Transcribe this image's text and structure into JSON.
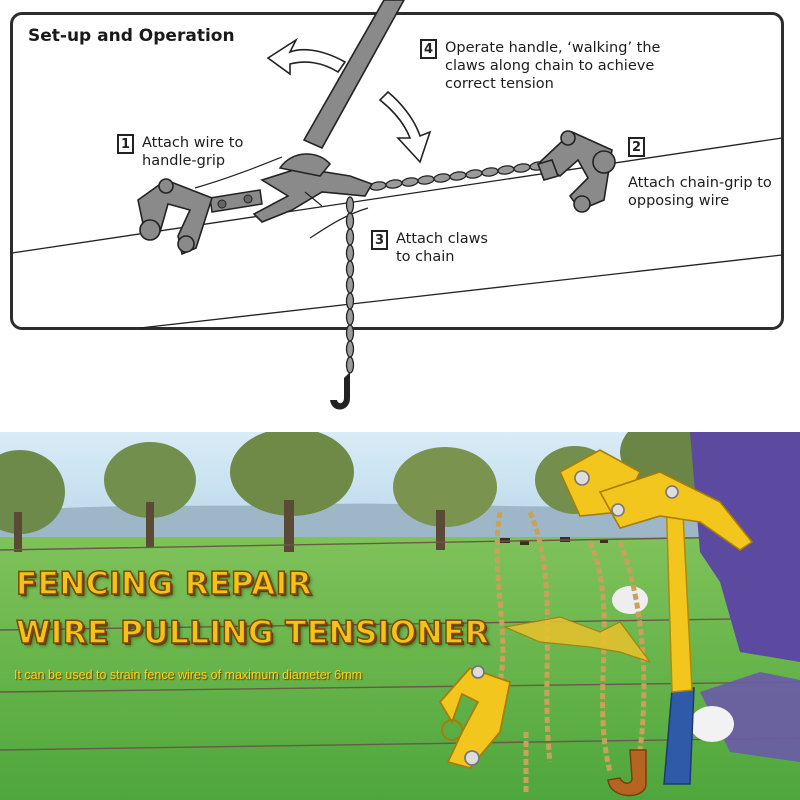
{
  "diagram": {
    "title": "Set-up and Operation",
    "steps": [
      {
        "number": "1",
        "text": "Attach wire to\nhandle-grip"
      },
      {
        "number": "2",
        "text": "Attach chain-grip to\nopposing wire"
      },
      {
        "number": "3",
        "text": "Attach claws\nto chain"
      },
      {
        "number": "4",
        "text": "Operate handle, ‘walking’ the\nclaws along chain to achieve\ncorrect tension"
      }
    ]
  },
  "banner": {
    "headline_line1": "FENCING REPAIR",
    "headline_line2": "WIRE PULLING TENSIONER",
    "subtext": "It can be used to strain fence wires of maximum diameter 6mm"
  },
  "colors": {
    "tool_yellow": "#f2c61c",
    "handle_blue": "#2f5aa8",
    "chain_gold": "#c8a25a",
    "grass_green": "#5fb84a",
    "text_gold": "#f5c21a",
    "diagram_gray": "#8a8a8a"
  }
}
